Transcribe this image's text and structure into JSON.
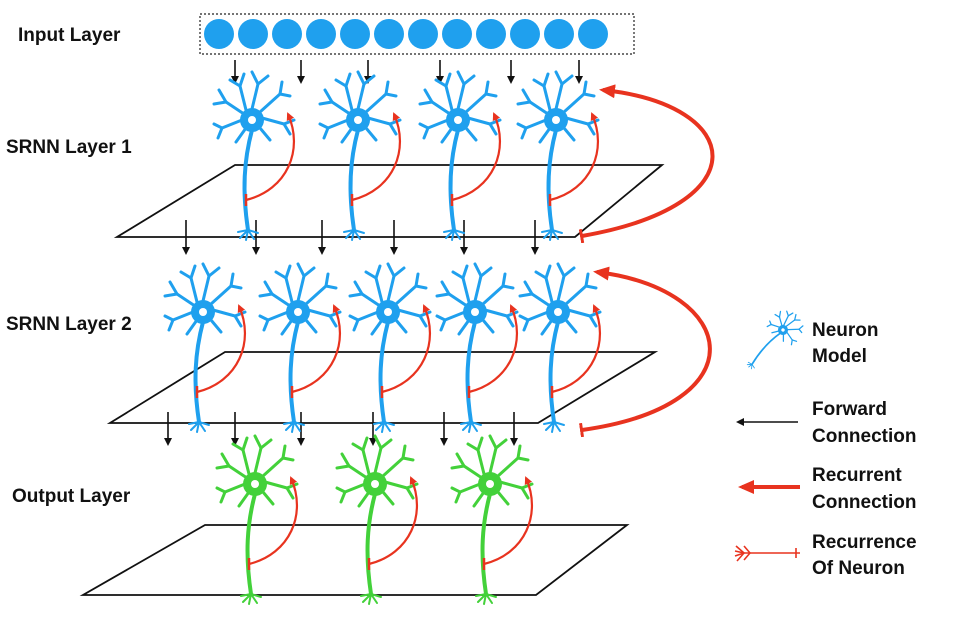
{
  "layers": {
    "input": "Input Layer",
    "srnn1": "SRNN Layer 1",
    "srnn2": "SRNN Layer 2",
    "output": "Output Layer"
  },
  "legend": {
    "neuron_line1": "Neuron",
    "neuron_line2": "Model",
    "forward_line1": "Forward",
    "forward_line2": "Connection",
    "recurrent_line1": "Recurrent",
    "recurrent_line2": "Connection",
    "self_line1": "Recurrence",
    "self_line2": "Of Neuron"
  },
  "counts": {
    "input_nodes": 12,
    "srnn1_neurons": 4,
    "srnn2_neurons": 5,
    "output_neurons": 3
  },
  "colors": {
    "input_node": "#1fa0ee",
    "neuron_hidden": "#1fa0ee",
    "neuron_output": "#43d13a",
    "recurrent": "#e8331f",
    "forward": "#111111"
  }
}
